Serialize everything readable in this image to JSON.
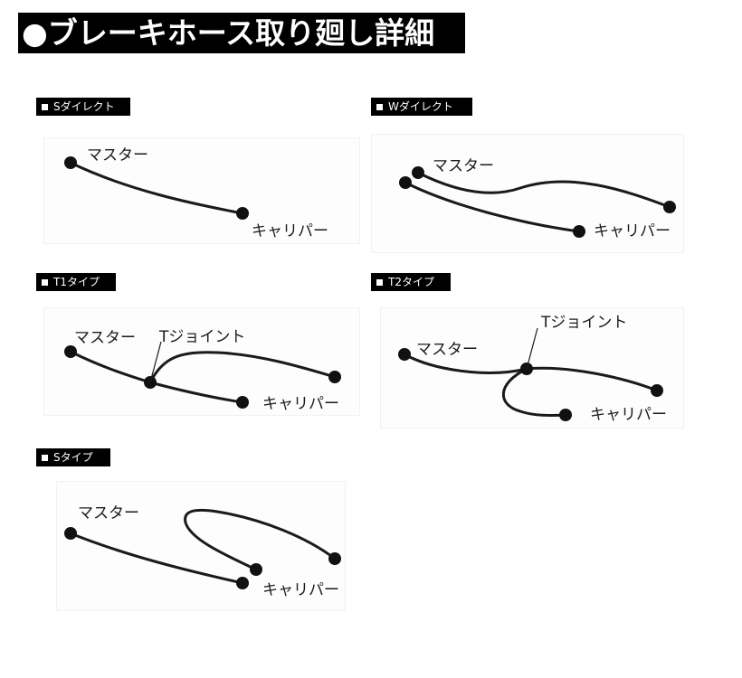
{
  "title": "●ブレーキホース取り廻し詳細",
  "labels": {
    "master": "マスター",
    "caliper": "キャリパー",
    "t_joint": "Tジョイント"
  },
  "sections": [
    {
      "id": "s-direct",
      "label": "Sダイレクト"
    },
    {
      "id": "w-direct",
      "label": "Wダイレクト"
    },
    {
      "id": "t1-type",
      "label": "T1タイプ"
    },
    {
      "id": "t2-type",
      "label": "T2タイプ"
    },
    {
      "id": "s-type",
      "label": "Sタイプ"
    }
  ]
}
